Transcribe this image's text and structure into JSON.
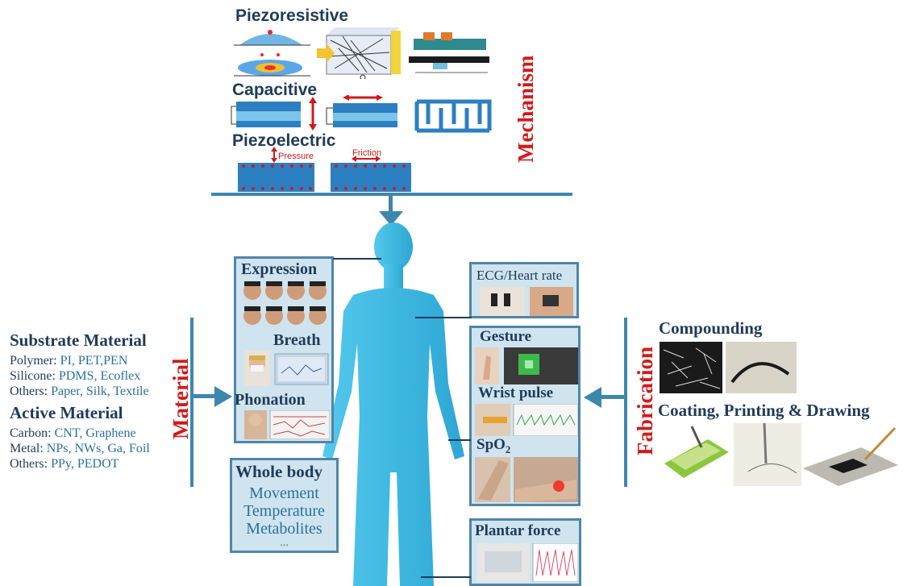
{
  "mechanism": {
    "title": "Mechanism",
    "piezoresistive": "Piezoresistive",
    "capacitive": "Capacitive",
    "piezoelectric": "Piezoelectric",
    "pressure": "Pressure",
    "friction": "Friction"
  },
  "material": {
    "title": "Material",
    "substrate_heading": "Substrate Material",
    "substrate_lines": [
      {
        "key": "Polymer:",
        "value": " PI, PET,PEN"
      },
      {
        "key": "Silicone:",
        "value": " PDMS, Ecoflex"
      },
      {
        "key": "Others:",
        "value": " Paper, Silk, Textile"
      }
    ],
    "active_heading": "Active Material",
    "active_lines": [
      {
        "key": "Carbon:",
        "value": " CNT, Graphene"
      },
      {
        "key": "Metal:",
        "value": " NPs, NWs, Ga, Foil"
      },
      {
        "key": "Others:",
        "value": " PPy, PEDOT"
      }
    ]
  },
  "fabrication": {
    "title": "Fabrication",
    "compounding": "Compounding",
    "coating": "Coating, Printing & Drawing"
  },
  "applications": {
    "expression": "Expression",
    "breath": "Breath",
    "phonation": "Phonation",
    "whole_body": "Whole body",
    "whole_body_items": [
      "Movement",
      "Temperature",
      "Metabolites",
      "..."
    ],
    "ecg": "ECG/Heart rate",
    "gesture": "Gesture",
    "wrist_pulse": "Wrist pulse",
    "spo2_main": "SpO",
    "spo2_sub": "2",
    "plantar": "Plantar force"
  },
  "colors": {
    "body": "#3fb8e0",
    "panel_bg": "#cfe4ee",
    "panel_border": "#4f86a8",
    "arrow": "#3d87ac",
    "title_red": "#d11a1a",
    "heading_navy": "#1f3b5a"
  }
}
